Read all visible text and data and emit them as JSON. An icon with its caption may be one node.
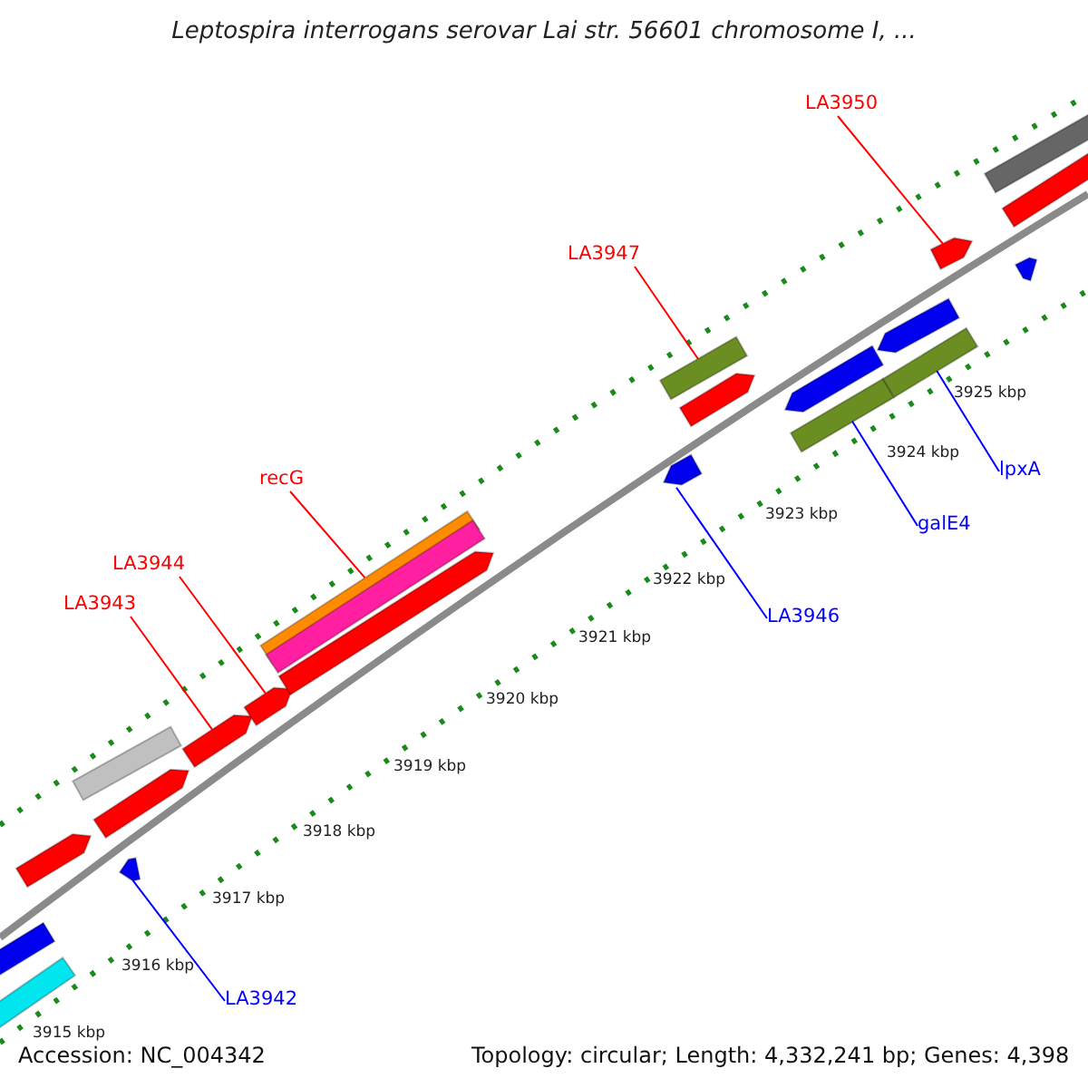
{
  "diagram": {
    "title": "Leptospira interrogans serovar Lai str. 56601 chromosome I, ...",
    "nodes": [
      {
        "text": [
          "LA3950"
        ]
      },
      {
        "text": [
          "LA3947"
        ]
      },
      {
        "text": [
          "recG"
        ]
      },
      {
        "text": [
          "LA3944"
        ]
      },
      {
        "text": [
          "LA3943"
        ]
      },
      {
        "text": [
          "LA3946"
        ]
      },
      {
        "text": [
          "galE4"
        ]
      },
      {
        "text": [
          "lpxA"
        ]
      },
      {
        "text": [
          "LA3942"
        ]
      },
      {
        "text": [],
        "shape": "bar"
      },
      {
        "text": [],
        "shape": "bar"
      },
      {
        "text": [],
        "shape": "bar"
      },
      {
        "text": [],
        "shape": "bar"
      },
      {
        "text": [],
        "shape": "bar"
      },
      {
        "text": [],
        "shape": "bar"
      },
      {
        "text": [],
        "shape": "bar"
      },
      {
        "text": [],
        "shape": "bar"
      },
      {
        "text": [],
        "shape": "bar"
      },
      {
        "text": [],
        "shape": "bar"
      },
      {
        "text": [],
        "shape": "bar"
      },
      {
        "text": [],
        "shape": "bar"
      },
      {
        "text": [],
        "shape": "bar"
      },
      {
        "text": [],
        "shape": "bar"
      },
      {
        "text": [],
        "shape": "bar"
      },
      {
        "text": [],
        "shape": "bar"
      },
      {
        "text": [],
        "shape": "bar"
      },
      {
        "text": [],
        "shape": "bar"
      },
      {
        "text": [],
        "shape": "bar"
      },
      {
        "text": [],
        "shape": "bar"
      },
      {
        "text": [],
        "shape": "bar"
      },
      {
        "text": [],
        "shape": "bar"
      }
    ],
    "edges": [
      {
        "from": 0,
        "to": 27,
        "arrow": "none"
      },
      {
        "from": 1,
        "to": 21,
        "arrow": "none"
      },
      {
        "from": 2,
        "to": 17,
        "arrow": "none"
      },
      {
        "from": 3,
        "to": 16,
        "arrow": "none"
      },
      {
        "from": 4,
        "to": 15,
        "arrow": "none"
      },
      {
        "from": 5,
        "to": 20,
        "arrow": "none",
        "color": "#0000ff"
      },
      {
        "from": 6,
        "to": 24,
        "arrow": "none",
        "color": "#0000ff"
      },
      {
        "from": 7,
        "to": 26,
        "arrow": "none",
        "color": "#0000ff"
      },
      {
        "from": 8,
        "to": 14,
        "arrow": "none",
        "color": "#0000ff"
      }
    ],
    "labels": [
      "3925 kbp",
      "3924 kbp",
      "3923 kbp",
      "3922 kbp",
      "3921 kbp",
      "3920 kbp",
      "3919 kbp",
      "3918 kbp",
      "3917 kbp",
      "3916 kbp",
      "3915 kbp",
      "Accession: NC_004342",
      "Topology: circular; Length: 4,332,241 bp; Genes: 4,398"
    ]
  }
}
